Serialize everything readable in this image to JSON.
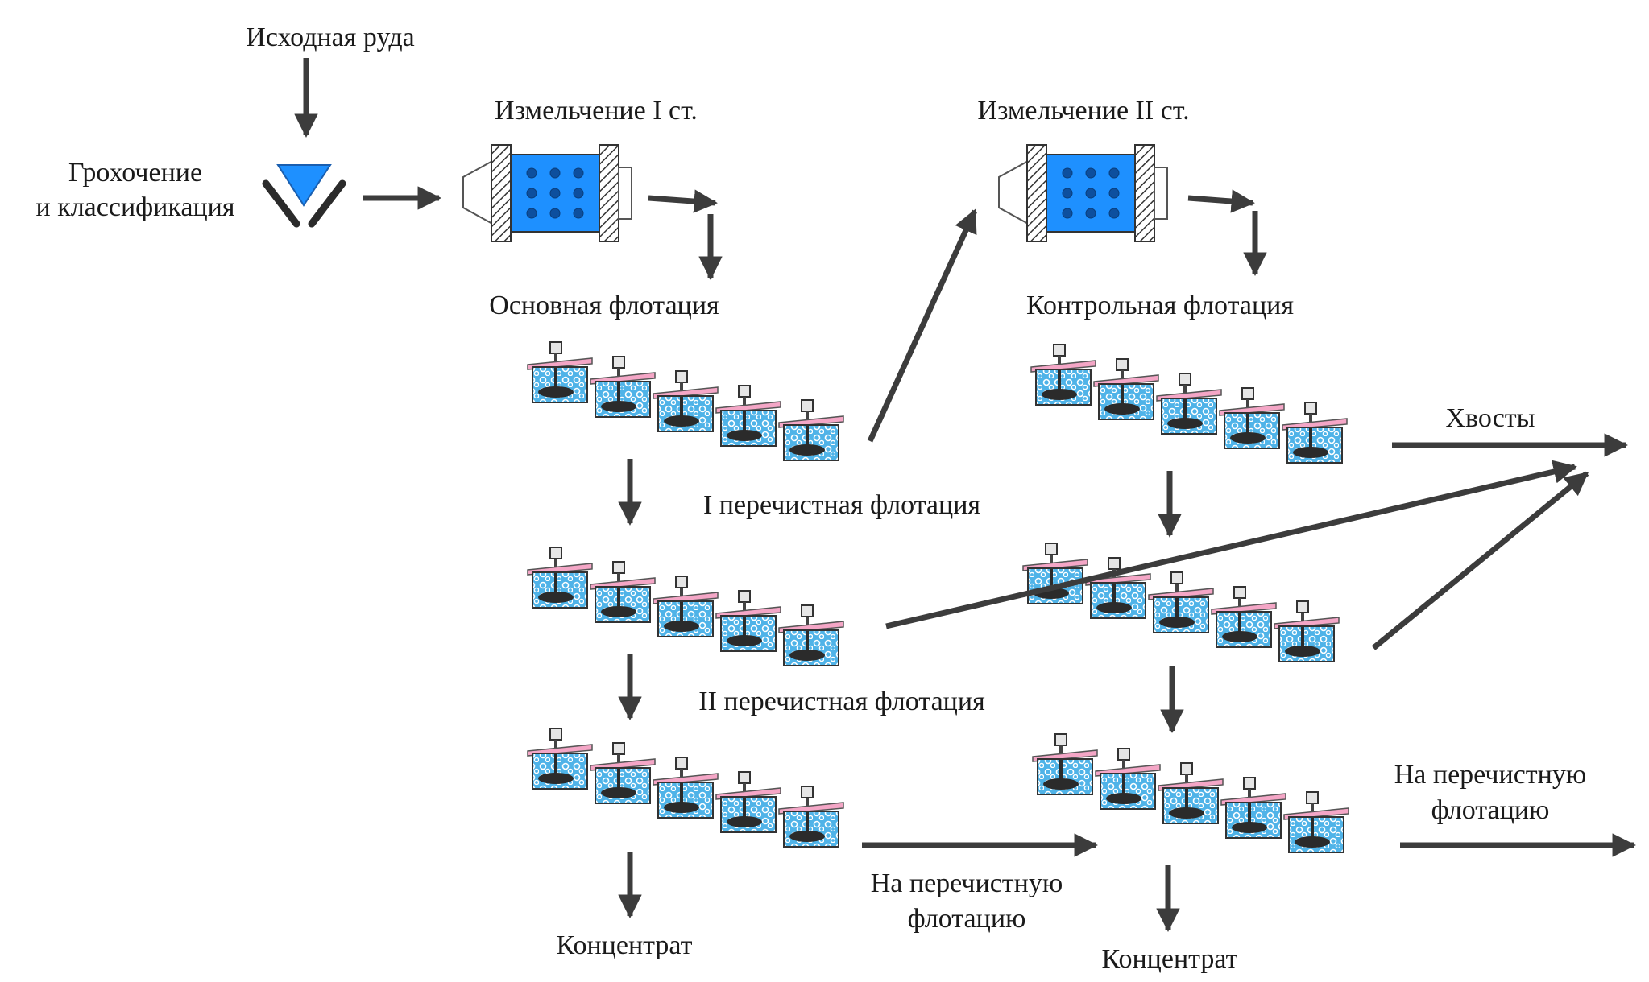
{
  "labels": {
    "ore": "Исходная руда",
    "screening_1": "Грохочение",
    "screening_2": "и классификация",
    "grinding_1": "Измельчение I ст.",
    "grinding_2": "Измельчение II ст.",
    "rougher": "Основная флотация",
    "scavenger": "Контрольная флотация",
    "cleaner_1": "I перечистная флотация",
    "cleaner_2": "II перечистная флотация",
    "tailings": "Хвосты",
    "to_cleaner_mid_1": "На перечистную",
    "to_cleaner_mid_2": "флотацию",
    "to_cleaner_right_1": "На перечистную",
    "to_cleaner_right_2": "флотацию",
    "concentrate_left": "Концентрат",
    "concentrate_right": "Концентрат"
  },
  "colors": {
    "arrow": "#3c3c3c",
    "mill_body": "#1e90ff",
    "mill_dots": "#0d4f9e",
    "cell_fill": "#4fb3e8",
    "cell_lid": "#f4a6c6",
    "impeller": "#2b2b2b",
    "screen_triangle": "#1e90ff"
  },
  "icons": [
    "screen-icon",
    "ball-mill-icon",
    "flotation-cell-icon"
  ]
}
